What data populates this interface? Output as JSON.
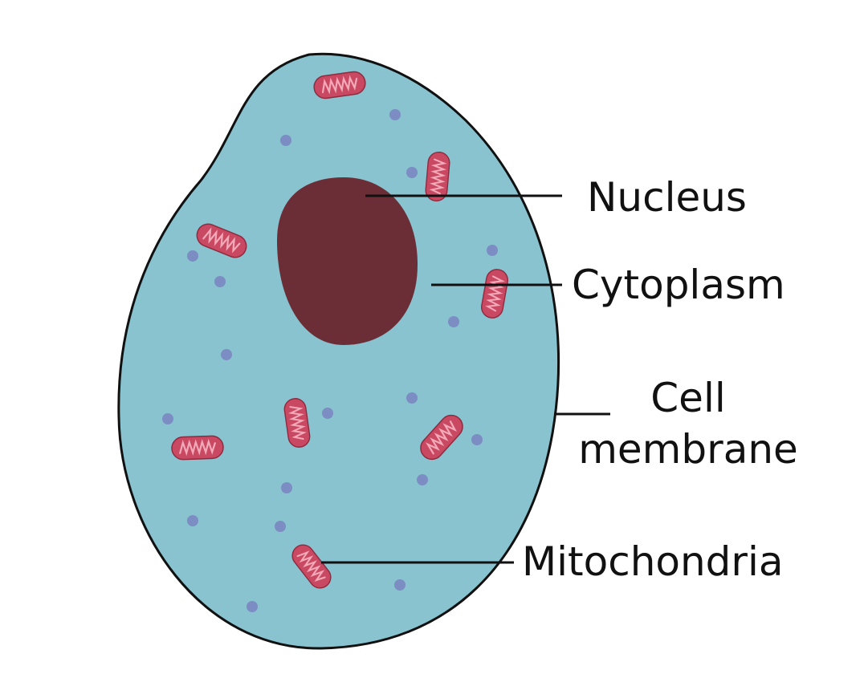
{
  "colors": {
    "cytoplasm": "#88c3cf",
    "membrane": "#111111",
    "nucleus": "#6b2e37",
    "mitochondria": "#c94963",
    "mitochondria_cristae": "#f2a9b8",
    "granules": "#7b8dc2",
    "leader_line": "#111111"
  },
  "labels": {
    "nucleus": "Nucleus",
    "cytoplasm": "Cytoplasm",
    "cell_membrane": "Cell membrane",
    "mitochondria": "Mitochondria"
  }
}
